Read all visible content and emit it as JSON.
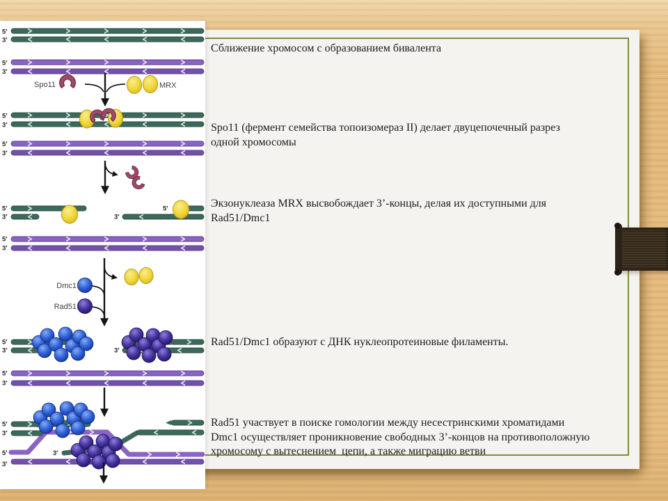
{
  "slide": {
    "notes": [
      {
        "text": "Сближение хромосом с образованием бивалента"
      },
      {
        "text": "Spo11 (фермент семейства топоизомераз II) делает двуцепочечный разрез\nодной хромосомы"
      },
      {
        "text": "Экзонуклеаза MRX высвобождает 3’-концы, делая их доступными для\nRad51/Dmc1"
      },
      {
        "text": "Rad51/Dmc1 образуют с ДНК нуклеопротеиновые филаменты."
      },
      {
        "text": "Rad51 участвует в поиске гомологии между несестринскими хроматидами\nDmc1 осуществляет проникновение свободных 3’-концов на противоположную\nхромосому с вытеснением  цепи, а также миграцию ветви"
      }
    ]
  },
  "diagram": {
    "labels": {
      "five_prime": "5′",
      "three_prime": "3′",
      "spo11": "Spo11",
      "mrx": "MRX",
      "dmc1": "Dmc1",
      "rad51": "Rad51"
    }
  },
  "colors": {
    "background_wood": "#e3ba7c",
    "slide": "#f4f3f0",
    "panel": "#ffffff",
    "frame_green": "#7d8b3e",
    "dna_teal": "#3d695d",
    "dna_purple": "#8a63c3",
    "dna_purple_dark": "#7351ab",
    "spo11_maroon": "#a04a6b",
    "mrx_yellow": "#f2d838",
    "dmc1_blue": "#2a58d0",
    "rad51_indigo": "#3b2a96",
    "ribbon_brown": "#352b1e",
    "text": "#1c1c1c"
  }
}
